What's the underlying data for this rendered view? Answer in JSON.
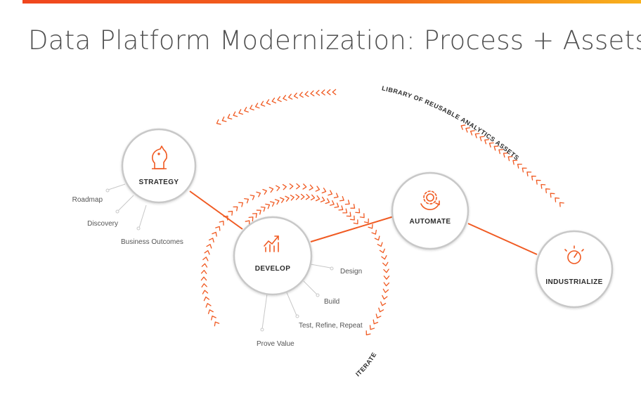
{
  "title": "Data Platform Modernization: Process + Assets",
  "colors": {
    "accent": "#f05a22",
    "circle_border": "#c8c8c8",
    "text_dark": "#2b2b2b",
    "text_muted": "#555555"
  },
  "nodes": {
    "strategy": {
      "label": "STRATEGY",
      "icon": "knight-chess-icon"
    },
    "develop": {
      "label": "DEVELOP",
      "icon": "growth-chart-icon"
    },
    "automate": {
      "label": "AUTOMATE",
      "icon": "gear-cycle-icon"
    },
    "industrialize": {
      "label": "INDUSTRIALIZE",
      "icon": "speedometer-icon"
    }
  },
  "strategy_callouts": [
    "Roadmap",
    "Discovery",
    "Business Outcomes"
  ],
  "develop_callouts": [
    "Design",
    "Build",
    "Test, Refine, Repeat",
    "Prove Value"
  ],
  "library_label": "LIBRARY OF REUSABLE ANALYTICS ASSETS",
  "iterate_label": "ITERATE"
}
